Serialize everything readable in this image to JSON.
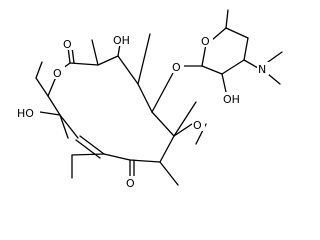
{
  "structure": {
    "atom_labels": {
      "o_carbonyl_lactone": "O",
      "o_ring_lactone": "O",
      "oh_c11": "HO",
      "oh_c5": "OH",
      "o_ether": "O",
      "o_sugar_ring": "O",
      "n_dimethylamino": "N",
      "oh_sugar": "OH",
      "o_methoxy": "O",
      "o_ketone": "O"
    }
  }
}
